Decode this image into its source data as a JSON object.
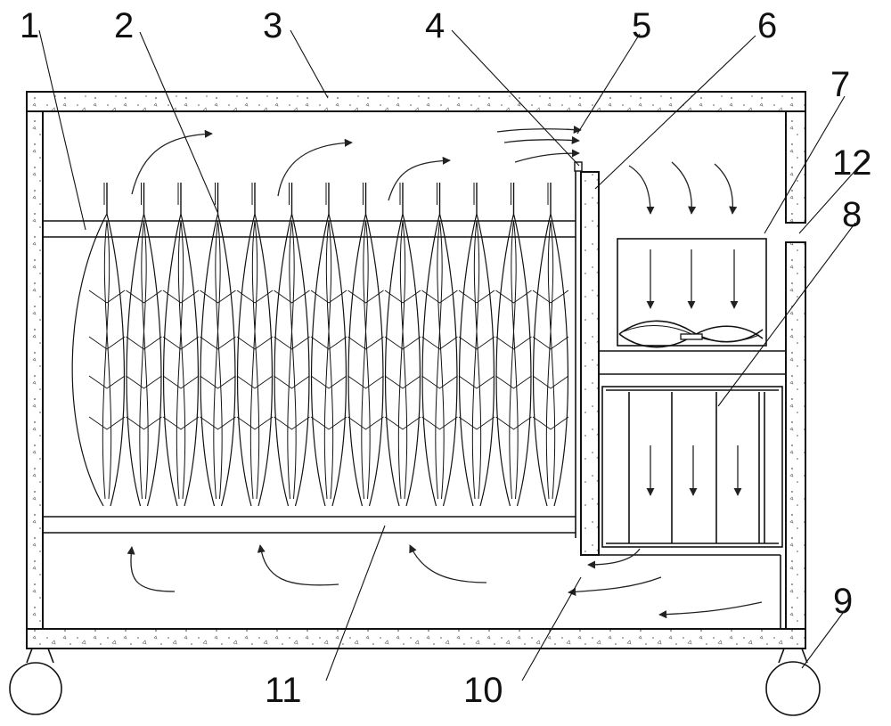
{
  "callouts": [
    "1",
    "2",
    "3",
    "4",
    "5",
    "6",
    "7",
    "12",
    "8",
    "9",
    "11",
    "10"
  ]
}
